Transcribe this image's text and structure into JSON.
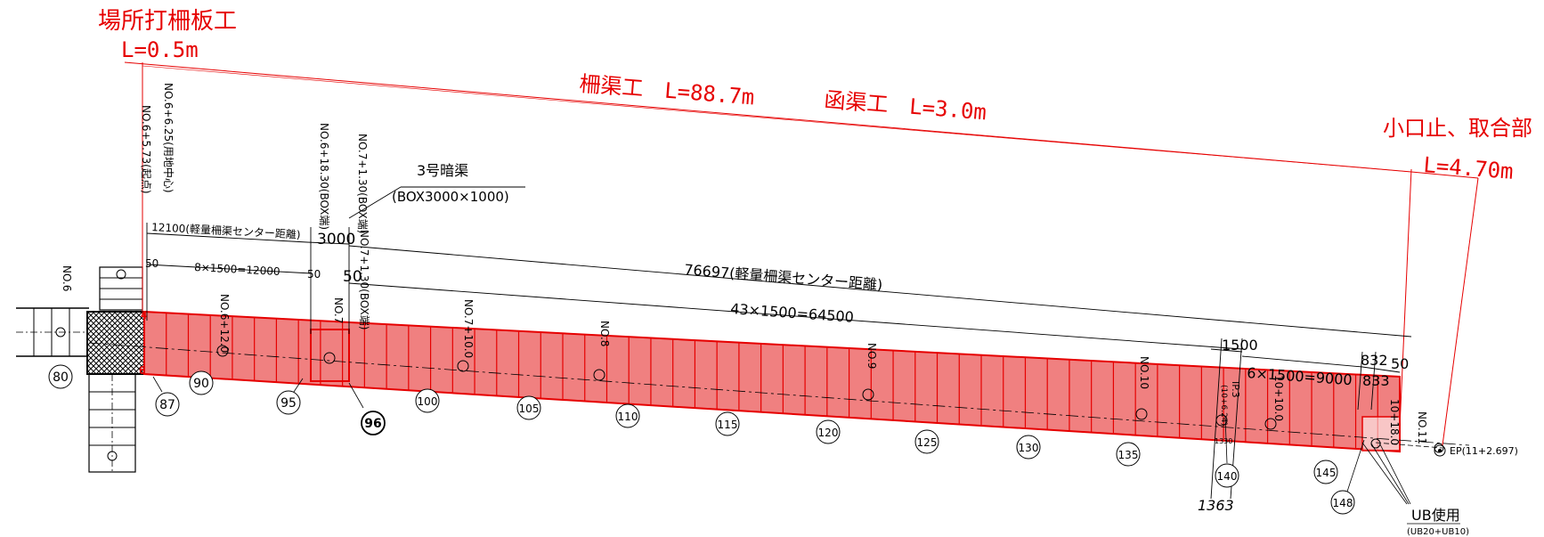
{
  "labels": {
    "site_fence_title": "場所打柵板工",
    "site_fence_len": "L=0.5m",
    "fence_channel": "柵渠工　L=88.7m",
    "box_culvert": "函渠工　L=3.0m",
    "small_stop_title": "小口止、取合部",
    "small_stop_len": "L=4.70m"
  },
  "stations": {
    "no6_625": "NO.6+6.25(用地中心)",
    "no6_573": "NO.6+5.73(起点)",
    "no6_1830": "NO.6+18.30(BOX端)",
    "no7_130a": "NO.7+1.30(BOX端)",
    "no7_130b": "NO.7+1.30(BOX端)",
    "no6": "NO.6",
    "no6_12": "NO.6+12.0",
    "no7": "NO.7",
    "no7_10": "NO.7+10.0",
    "no8": "NO.8",
    "no9": "NO.9",
    "no10": "NO.10",
    "no10_10": "10+10.0",
    "no10_18": "10+18.0",
    "no11": "NO.11",
    "ip3": "IP.3",
    "ip3_sub": "(10+6.24)"
  },
  "culvert": {
    "title": "3号暗渠",
    "spec": "(BOX3000×1000)"
  },
  "dims": {
    "d12100": "12100(軽量柵渠センター距離)",
    "d3000": "3000",
    "d50a": "50",
    "d8x1500": "8×1500=12000",
    "d50b": "50",
    "d50c": "50",
    "d76697": "76697(軽量柵渠センター距離)",
    "d43x1500": "43×1500=64500",
    "d1500": "1500",
    "d832": "832",
    "d50d": "50",
    "d833": "833",
    "d6x1500": "6×1500=9000",
    "d1363": "1363",
    "d1330": "1330"
  },
  "markers": [
    "80",
    "87",
    "90",
    "95",
    "96",
    "100",
    "105",
    "110",
    "115",
    "120",
    "125",
    "130",
    "135",
    "140",
    "145",
    "148"
  ],
  "ub": {
    "title": "UB使用",
    "sub": "(UB20+UB10)"
  },
  "ep": "EP(11+2.697)",
  "small_marks": {
    "m4": "4",
    "m6": "6"
  },
  "colors": {
    "annotation_red": "#e60000",
    "fill_red": "#f08080",
    "line_black": "#000000"
  }
}
